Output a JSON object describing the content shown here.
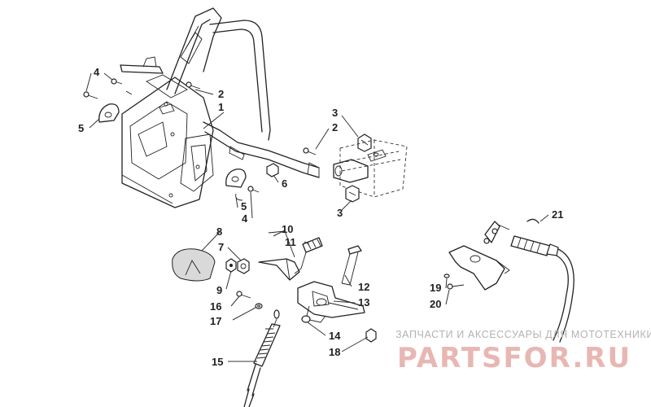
{
  "diagram": {
    "callouts": [
      {
        "label": "1"
      },
      {
        "label": "2"
      },
      {
        "label": "2"
      },
      {
        "label": "3"
      },
      {
        "label": "3"
      },
      {
        "label": "4"
      },
      {
        "label": "4"
      },
      {
        "label": "5"
      },
      {
        "label": "5"
      },
      {
        "label": "6"
      },
      {
        "label": "7"
      },
      {
        "label": "8"
      },
      {
        "label": "9"
      },
      {
        "label": "10"
      },
      {
        "label": "11"
      },
      {
        "label": "12"
      },
      {
        "label": "13"
      },
      {
        "label": "14"
      },
      {
        "label": "15"
      },
      {
        "label": "16"
      },
      {
        "label": "17"
      },
      {
        "label": "18"
      },
      {
        "label": "19"
      },
      {
        "label": "20"
      },
      {
        "label": "21"
      }
    ]
  },
  "watermark": {
    "tagline": "ЗАПЧАСТИ И АКСЕССУАРЫ ДЛЯ МОТОТЕХНИКИ",
    "logo": "PARTSFOR.RU"
  }
}
